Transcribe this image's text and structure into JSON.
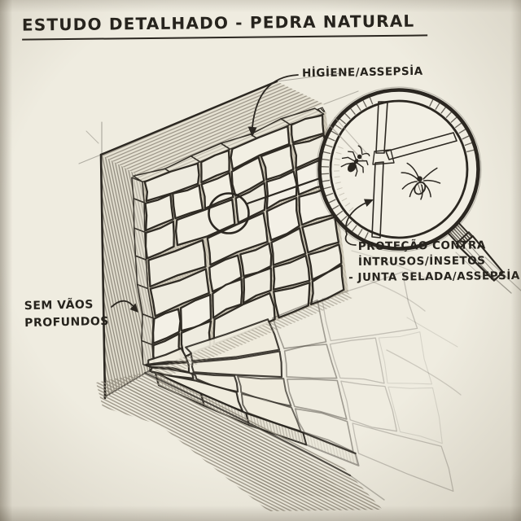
{
  "title": {
    "text": "ESTUDO DETALHADO - PEDRA NATURAL"
  },
  "annotations": {
    "hygiene": {
      "text": "HİGİENE/ASSEPSİA"
    },
    "protection": {
      "line1": "PROTEÇÃO CONTRA",
      "line2": "İNTRUSOS/İNSETOS",
      "line3": "- JUNTA SELADA/ASSEPSİA"
    },
    "no_gaps": {
      "line1": "SEM VÃOS",
      "line2": "PROFUNDOS"
    }
  },
  "colors": {
    "paper": "#efece0",
    "paper2": "#f2efe4",
    "ink": "#2b2721",
    "pencil": "#8d8779",
    "text": "#26231d"
  }
}
